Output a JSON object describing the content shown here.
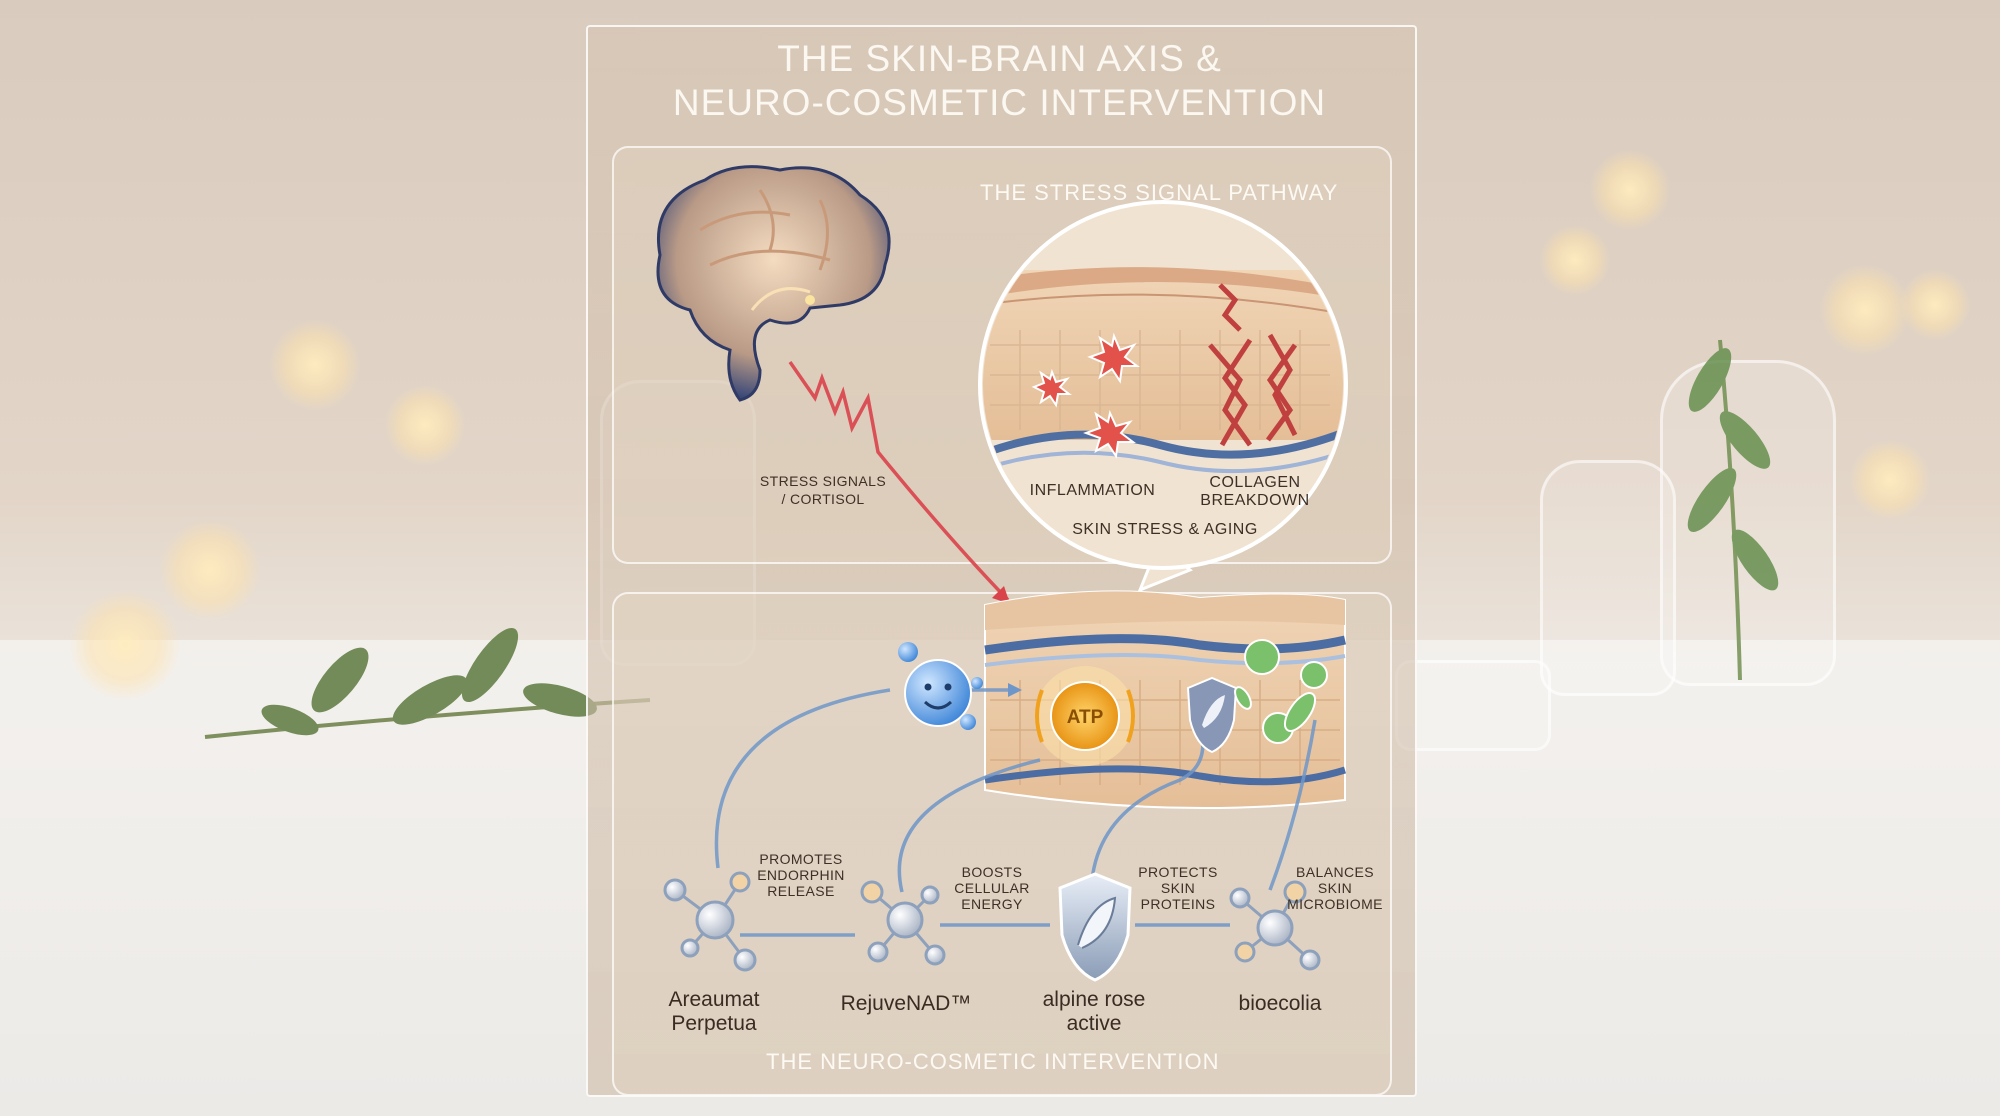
{
  "title": {
    "line1": "THE SKIN-BRAIN AXIS &",
    "line2": "NEURO-COSMETIC INTERVENTION"
  },
  "stress_panel": {
    "heading": "THE STRESS SIGNAL PATHWAY",
    "arrow_label_line1": "STRESS SIGNALS",
    "arrow_label_line2": "/ CORTISOL",
    "inflammation": "INFLAMMATION",
    "collagen_line1": "COLLAGEN",
    "collagen_line2": "BREAKDOWN",
    "caption": "SKIN STRESS & AGING"
  },
  "intervention_panel": {
    "heading": "THE NEURO-COSMETIC INTERVENTION",
    "atp": "ATP",
    "actions": [
      {
        "line1": "PROMOTES",
        "line2": "ENDORPHIN",
        "line3": "RELEASE"
      },
      {
        "line1": "BOOSTS",
        "line2": "CELLULAR",
        "line3": "ENERGY"
      },
      {
        "line1": "PROTECTS",
        "line2": "SKIN",
        "line3": "PROTEINS"
      },
      {
        "line1": "BALANCES",
        "line2": "SKIN",
        "line3": "MICROBIOME"
      }
    ],
    "ingredients": [
      {
        "line1": "Areaumat",
        "line2": "Perpetua"
      },
      {
        "line1": "RejuveNAD™",
        "line2": ""
      },
      {
        "line1": "alpine rose",
        "line2": "active"
      },
      {
        "line1": "bioecolia",
        "line2": ""
      }
    ]
  },
  "colors": {
    "stress_arrow": "#d9434a",
    "pathway_line": "#6f96c8",
    "inflammation_star": "#e2524a",
    "microbe": "#7bc06a",
    "atp": "#f0a21e"
  },
  "icons": [
    "brain-icon",
    "lightning-arrow-icon",
    "magnifier-bubble-icon",
    "inflammation-star-icon",
    "collagen-fiber-icon",
    "smiley-molecule-icon",
    "atp-badge-icon",
    "shield-leaf-icon",
    "microbe-icon",
    "molecule-icon"
  ]
}
